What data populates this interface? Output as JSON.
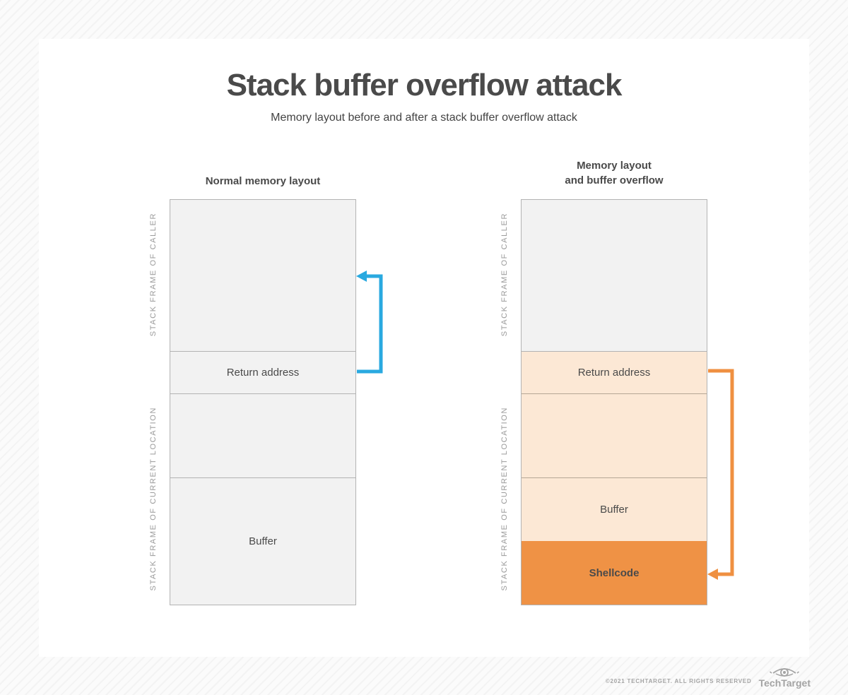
{
  "page": {
    "title": "Stack buffer overflow attack",
    "subtitle": "Memory layout before and after a stack buffer overflow attack"
  },
  "left_diagram": {
    "heading": "Normal memory layout",
    "caller_label": "STACK FRAME OF CALLER",
    "current_label": "STACK FRAME OF CURRENT LOCATION",
    "rows": {
      "return_address": "Return address",
      "buffer": "Buffer"
    }
  },
  "right_diagram": {
    "heading_line1": "Memory layout",
    "heading_line2": "and buffer overflow",
    "caller_label": "STACK FRAME OF CALLER",
    "current_label": "STACK FRAME OF CURRENT LOCATION",
    "rows": {
      "return_address": "Return address",
      "buffer": "Buffer",
      "shellcode": "Shellcode"
    }
  },
  "footer": {
    "copyright": "©2021 TECHTARGET. ALL RIGHTS RESERVED",
    "brand": "TechTarget"
  },
  "colors": {
    "arrow-blue": "#29a9e0",
    "arrow-orange": "#ef9041",
    "box-fill-gray": "#f2f2f2",
    "box-fill-peach": "#fce8d5",
    "box-fill-orange": "#ef9245",
    "box-border": "#b3b3b3",
    "box-border-warm": "#b5a695",
    "label-gray": "#9b9b9b",
    "text-dark": "#4a4a4a",
    "footer-gray": "#a4a4a4"
  }
}
